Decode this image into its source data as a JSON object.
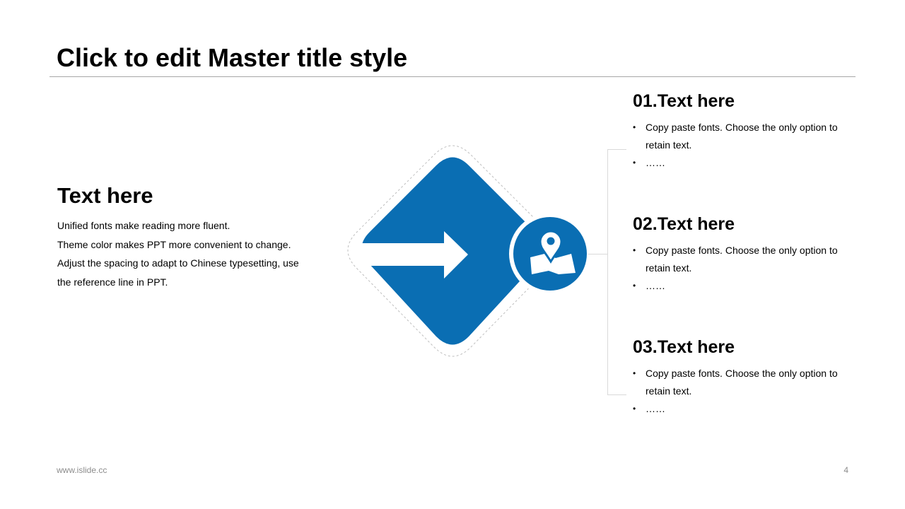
{
  "slide": {
    "title": "Click to edit Master title style"
  },
  "left": {
    "heading": "Text here",
    "lines": [
      "Unified fonts make reading more fluent.",
      "Theme color makes PPT more convenient to change.",
      "Adjust the spacing to adapt to Chinese typesetting, use",
      "the reference line in PPT."
    ]
  },
  "graphic": {
    "main_icon": "arrow-right-icon",
    "badge_icon": "map-pin-icon",
    "color": "#0a6eb3"
  },
  "sections": [
    {
      "title": "01.Text here",
      "bullets": [
        "Copy paste fonts. Choose the only option to retain text.",
        "……"
      ]
    },
    {
      "title": "02.Text here",
      "bullets": [
        "Copy paste fonts. Choose the only option to retain text.",
        "……"
      ]
    },
    {
      "title": "03.Text here",
      "bullets": [
        "Copy paste fonts. Choose the only option to retain text.",
        "……"
      ]
    }
  ],
  "footer": {
    "website": "www.islide.cc",
    "page_number": "4"
  }
}
